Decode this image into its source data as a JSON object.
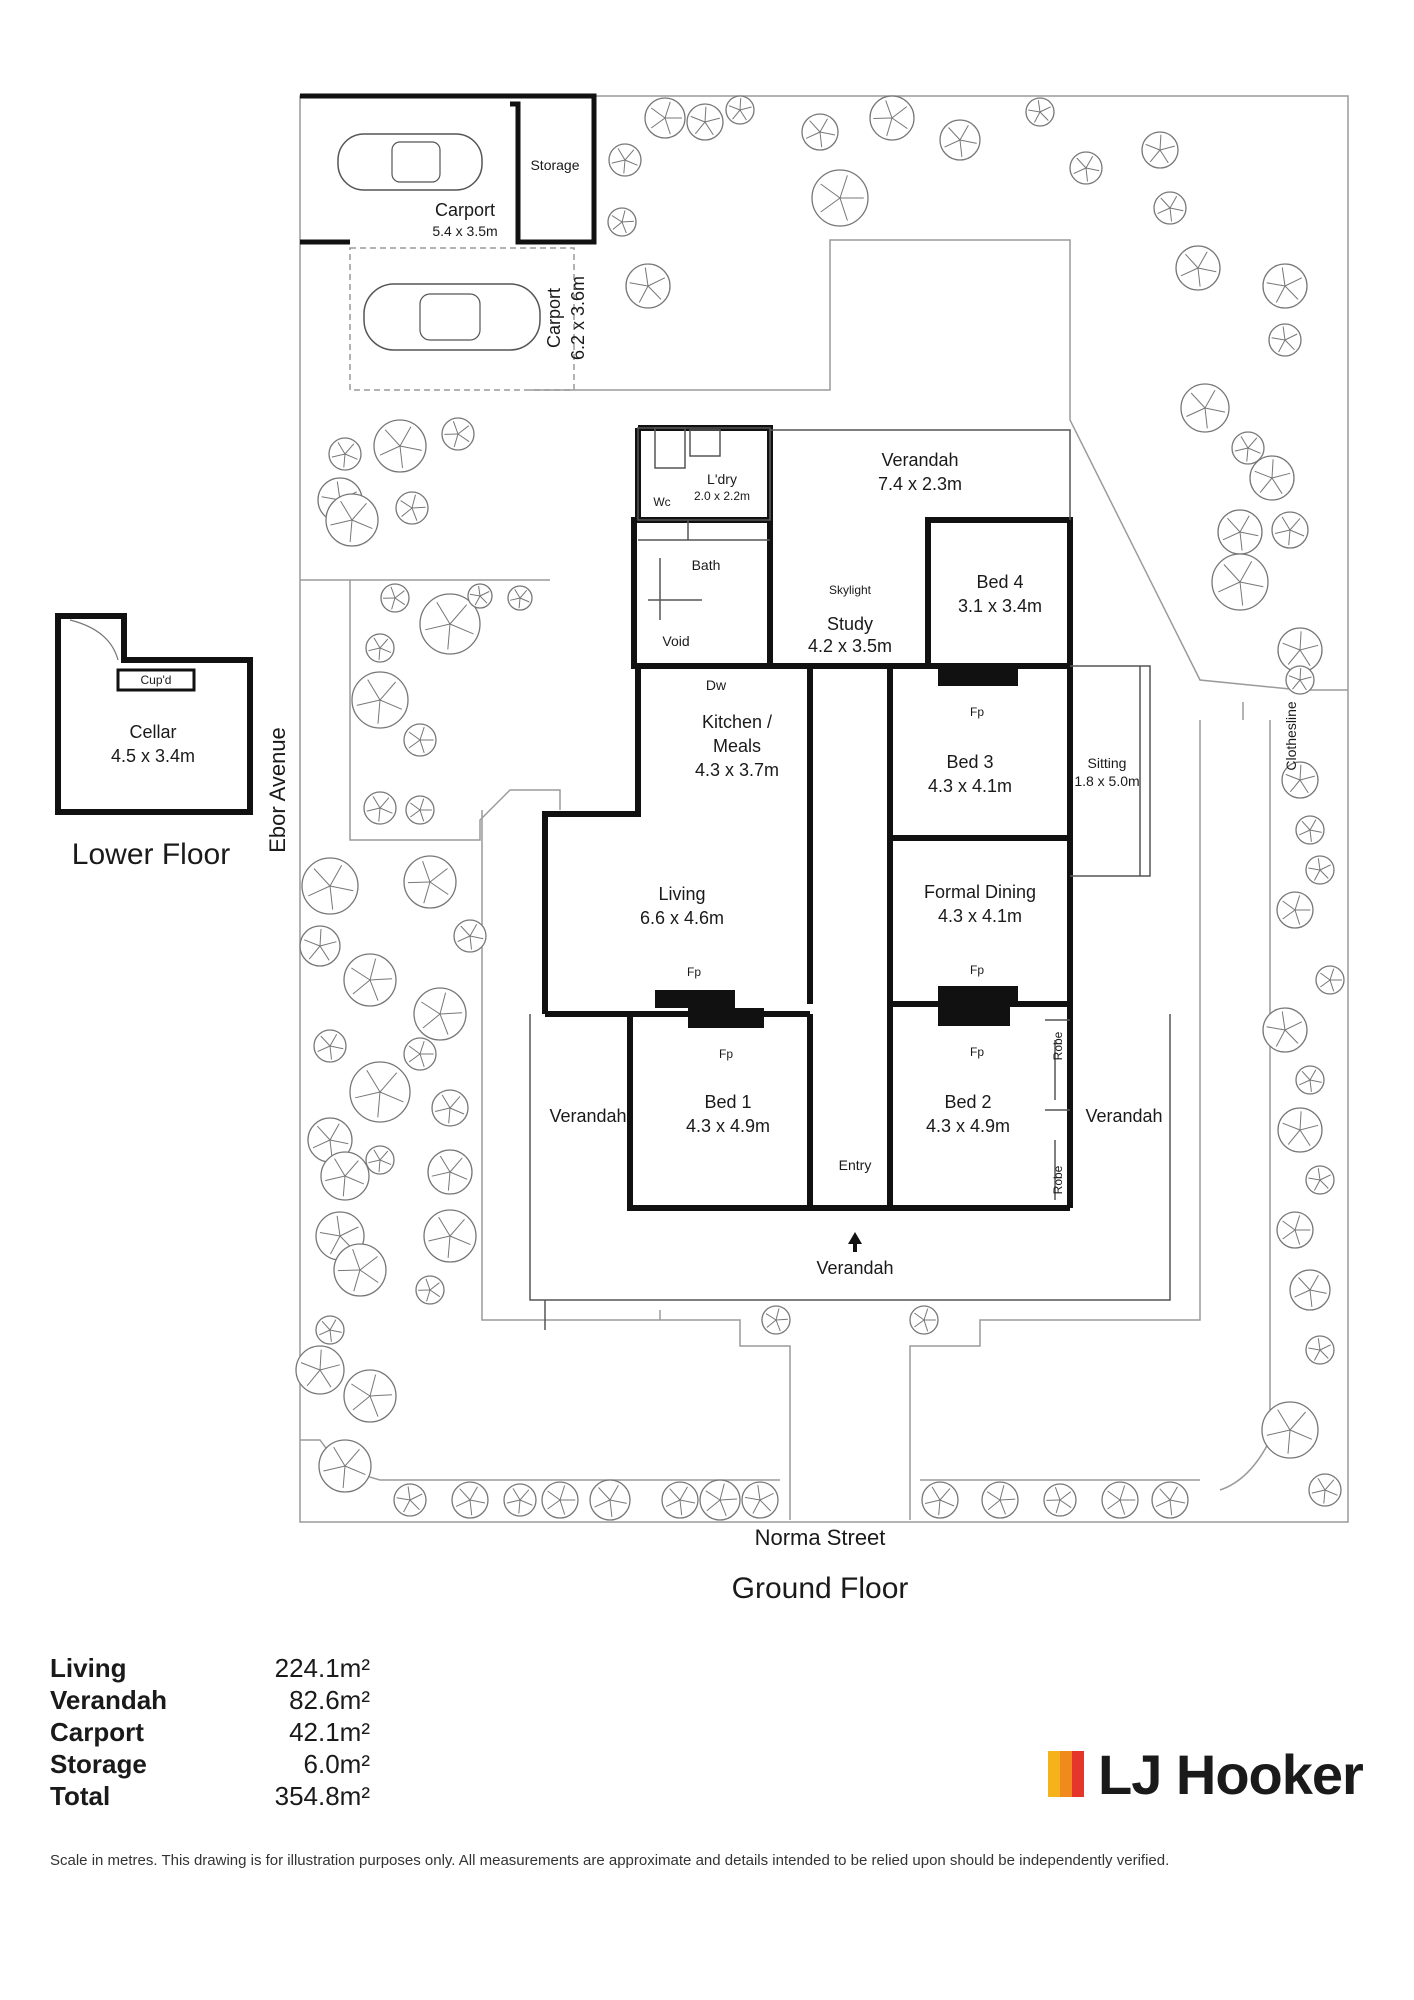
{
  "streets": {
    "side": "Ebor Avenue",
    "front": "Norma Street"
  },
  "floors": {
    "lower": "Lower Floor",
    "ground": "Ground Floor"
  },
  "rooms": {
    "carport1_name": "Carport",
    "carport1_dim": "5.4 x 3.5m",
    "storage": "Storage",
    "carport2_name": "Carport",
    "carport2_dim": "6.2 x 3.6m",
    "cellar_name": "Cellar",
    "cellar_dim": "4.5 x 3.4m",
    "cupd": "Cup'd",
    "wc": "Wc",
    "laundry_name": "L'dry",
    "laundry_dim": "2.0 x 2.2m",
    "verandah_top_name": "Verandah",
    "verandah_top_dim": "7.4 x 2.3m",
    "bath": "Bath",
    "skylight": "Skylight",
    "study_name": "Study",
    "study_dim": "4.2 x 3.5m",
    "bed4_name": "Bed 4",
    "bed4_dim": "3.1 x 3.4m",
    "void": "Void",
    "dw": "Dw",
    "kitchen_name_1": "Kitchen /",
    "kitchen_name_2": "Meals",
    "kitchen_dim": "4.3 x 3.7m",
    "fp": "Fp",
    "bed3_name": "Bed 3",
    "bed3_dim": "4.3 x 4.1m",
    "sitting_name": "Sitting",
    "sitting_dim": "1.8 x 5.0m",
    "clothesline": "Clothesline",
    "living_name": "Living",
    "living_dim": "6.6 x 4.6m",
    "dining_name": "Formal Dining",
    "dining_dim": "4.3 x 4.1m",
    "bed1_name": "Bed 1",
    "bed1_dim": "4.3 x 4.9m",
    "bed2_name": "Bed 2",
    "bed2_dim": "4.3 x 4.9m",
    "robe": "Robe",
    "verandah_left": "Verandah",
    "verandah_right": "Verandah",
    "verandah_front": "Verandah",
    "entry": "Entry"
  },
  "areas": [
    {
      "name": "Living",
      "value": "224.1m²"
    },
    {
      "name": "Verandah",
      "value": "82.6m²"
    },
    {
      "name": "Carport",
      "value": "42.1m²"
    },
    {
      "name": "Storage",
      "value": "6.0m²"
    },
    {
      "name": "Total",
      "value": "354.8m²"
    }
  ],
  "logo": {
    "text": "LJ Hooker",
    "bar_colors": [
      "#f6b21b",
      "#f08a1c",
      "#e5362b"
    ]
  },
  "disclaimer": "Scale in metres. This drawing is for illustration purposes only. All measurements are approximate and details intended to be relied upon should be independently verified."
}
